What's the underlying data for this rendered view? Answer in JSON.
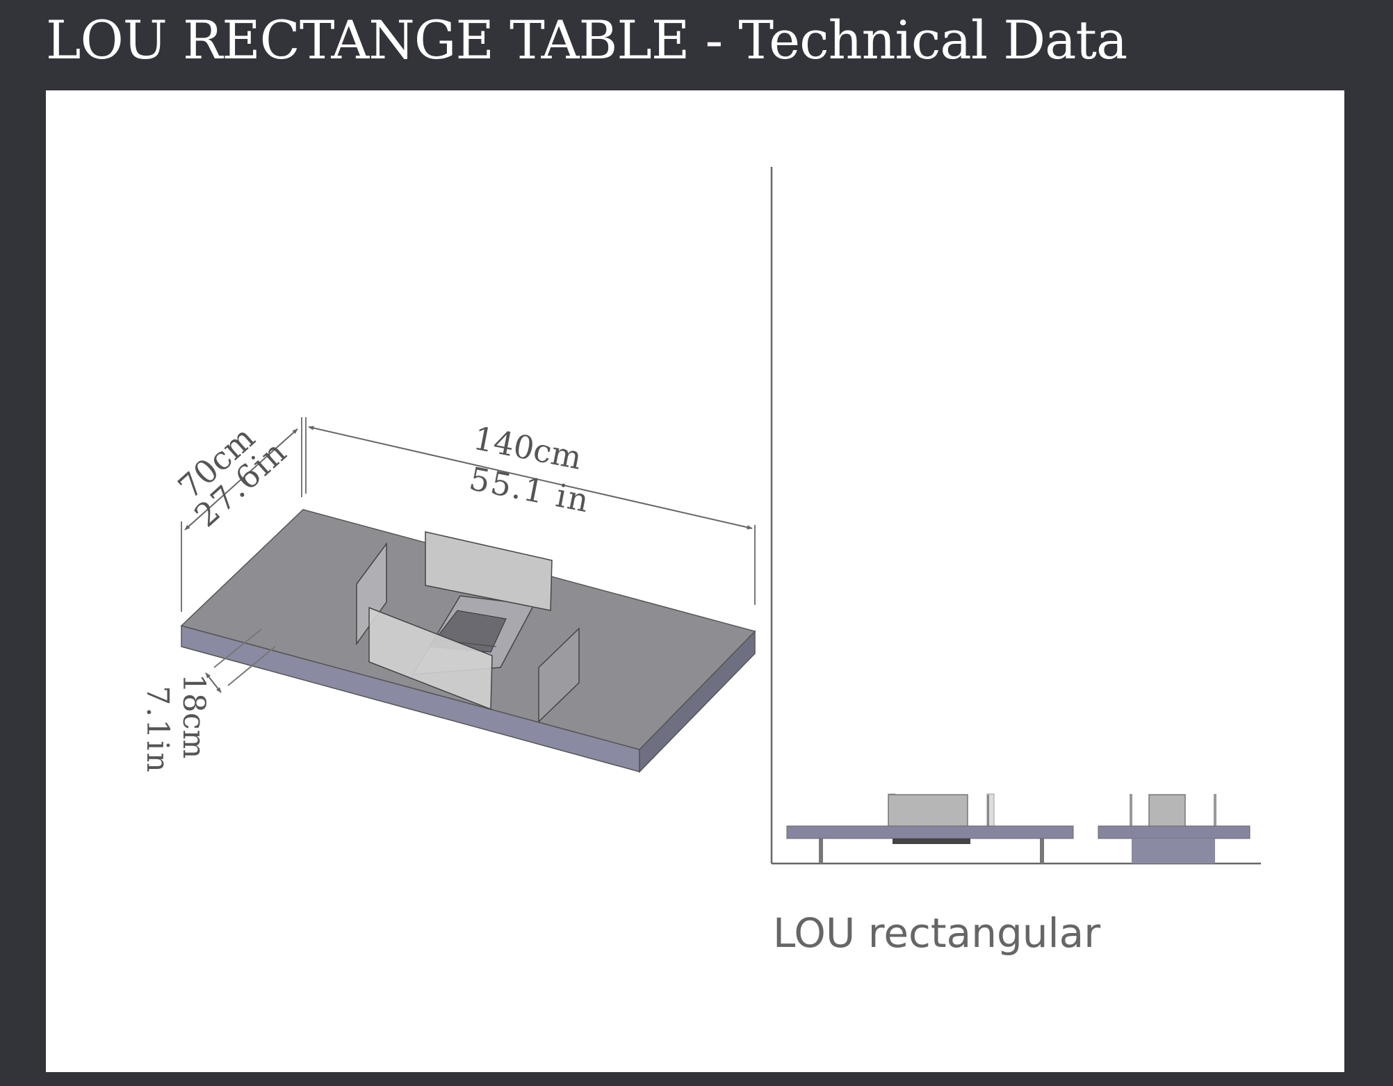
{
  "header": {
    "title": "LOU RECTANGE TABLE - Technical Data"
  },
  "drawing": {
    "dimensions": {
      "length_cm": "140cm",
      "length_in": "55.1 in",
      "width_cm": "70cm",
      "width_in": "27.6in",
      "height_cm": "18cm",
      "height_in": "7.1in"
    },
    "caption": "LOU rectangular"
  },
  "colors": {
    "page_background": "#33343a",
    "panel_background": "#ffffff",
    "table_top": "#8e8e94",
    "table_edge": "#7e7e98",
    "glass": "#bdbdbd"
  }
}
